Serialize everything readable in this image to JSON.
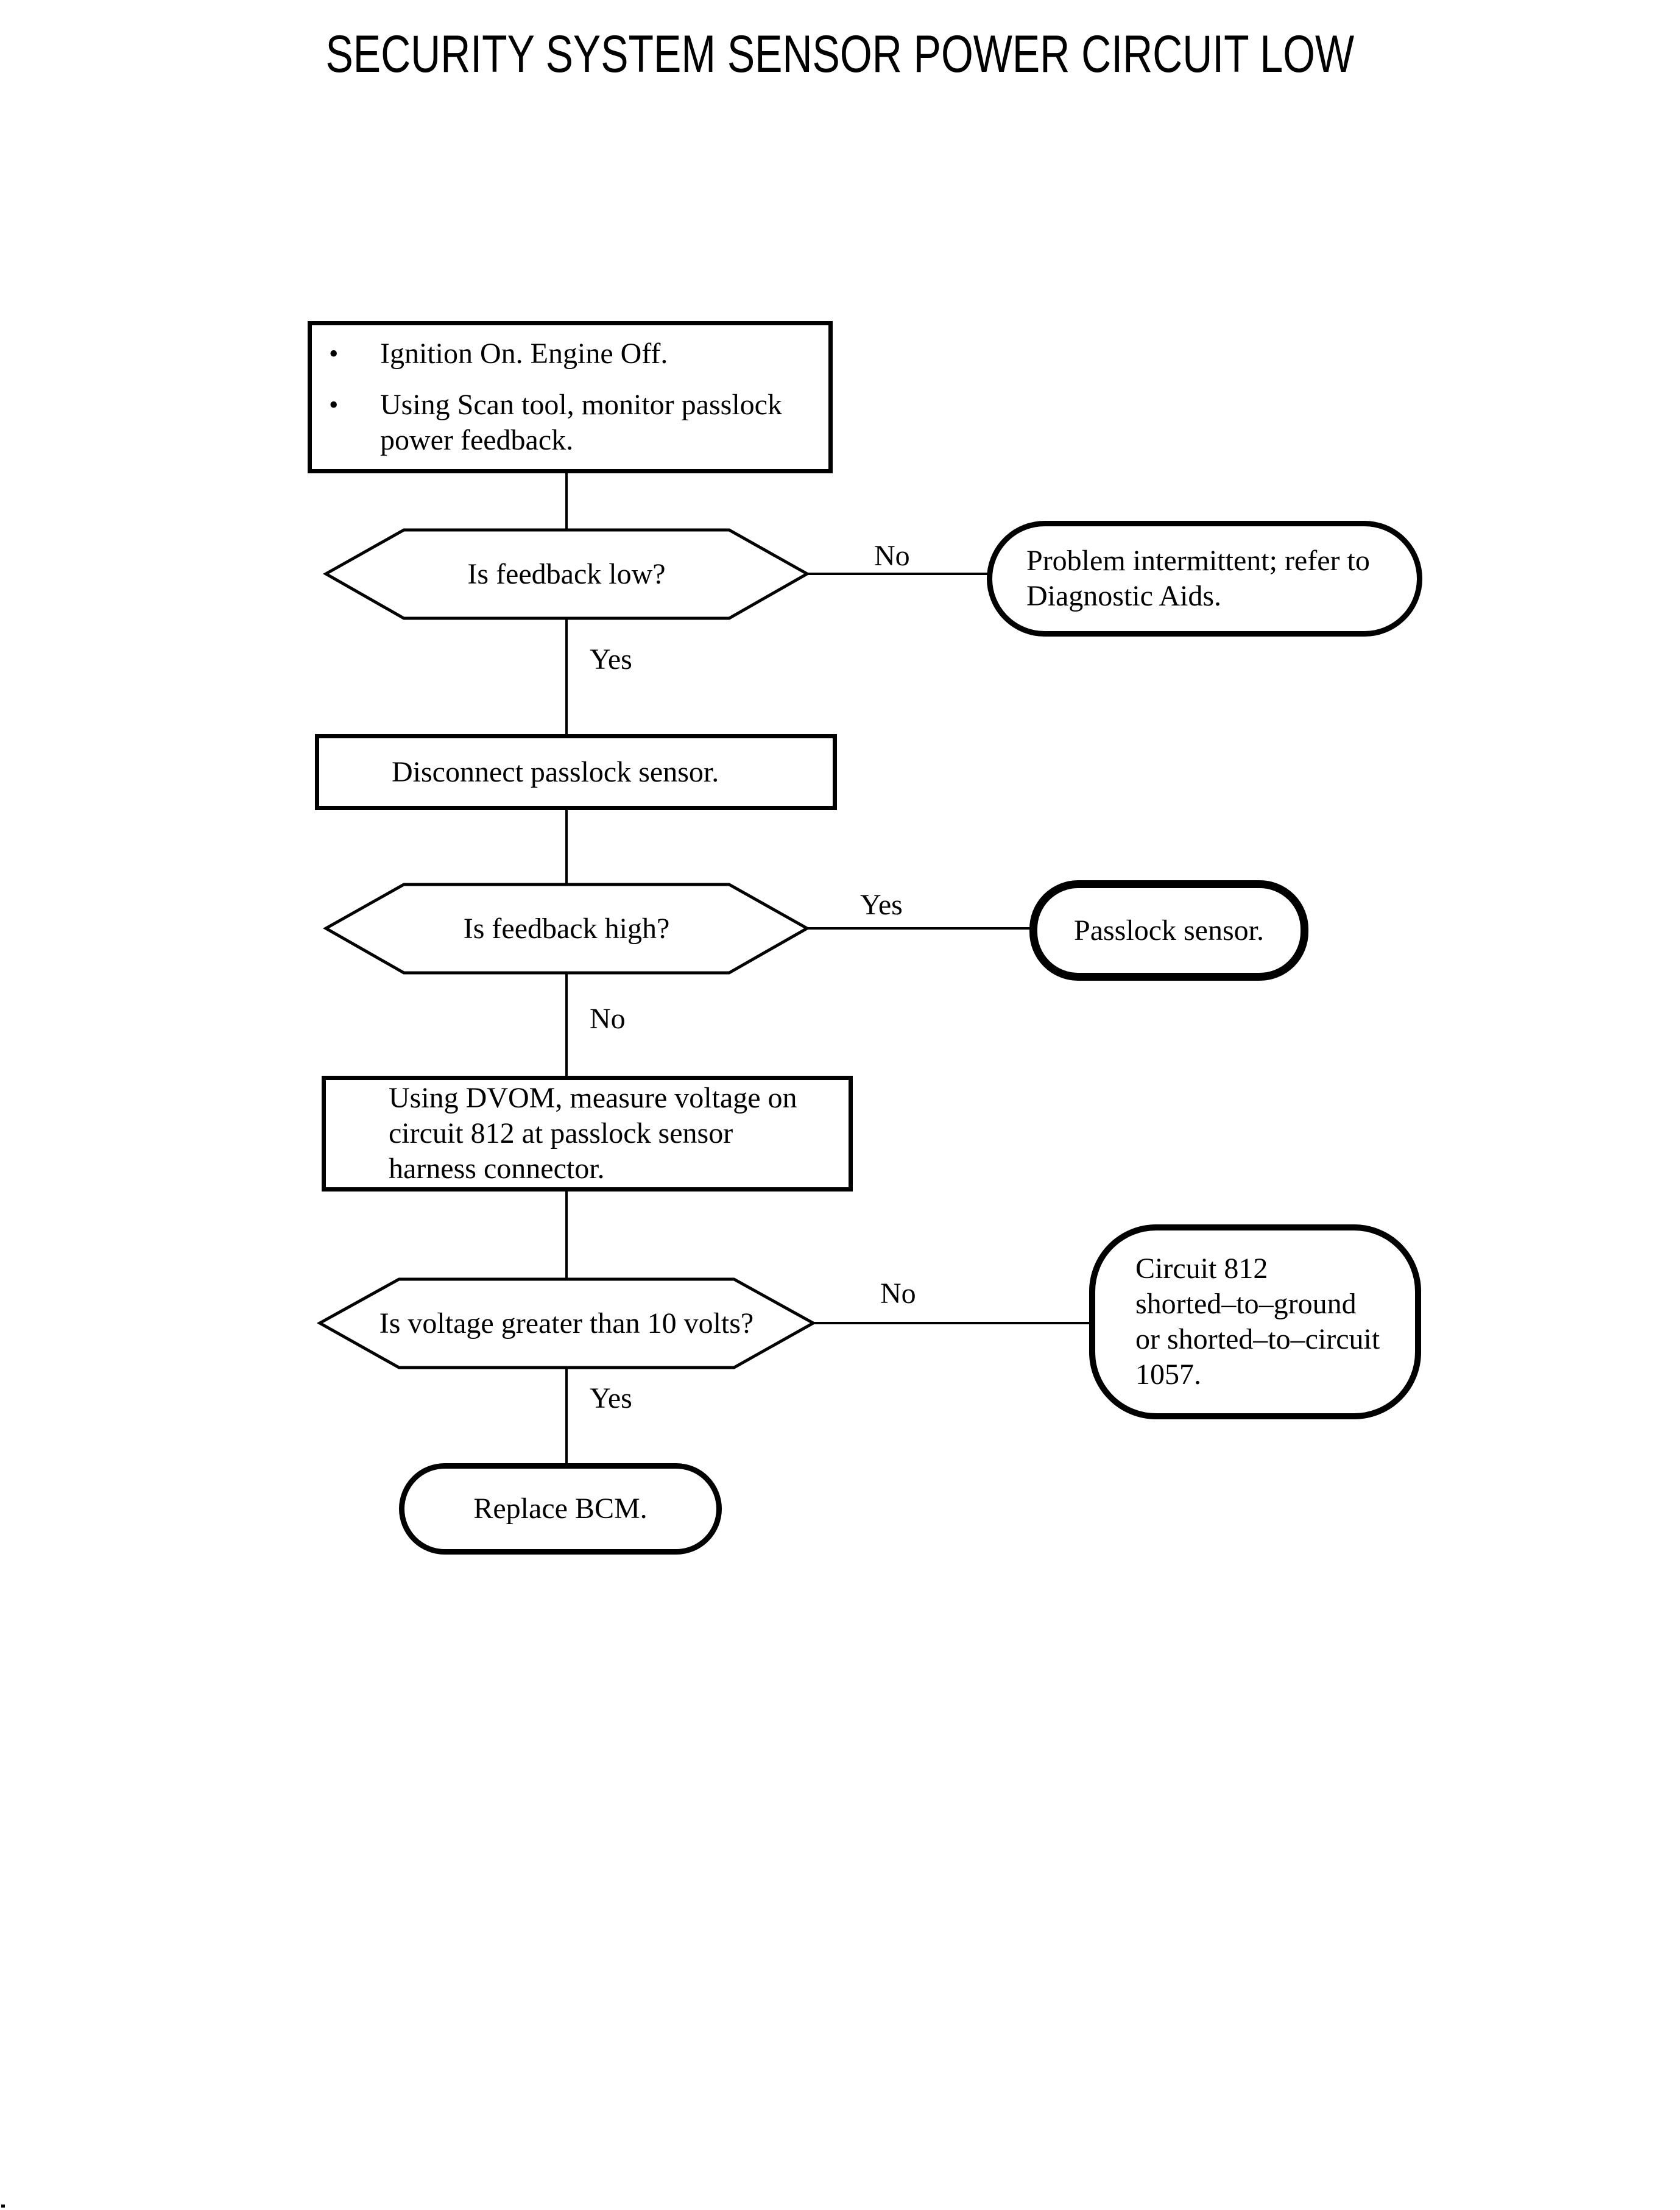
{
  "page": {
    "title": "SECURITY SYSTEM SENSOR POWER CIRCUIT LOW"
  },
  "flow": {
    "start": {
      "bullet_glyph": "•",
      "bullets": [
        "Ignition On. Engine Off.",
        "Using Scan tool, monitor passlock\npower feedback."
      ]
    },
    "decision_feedback_low": {
      "question": "Is feedback low?",
      "no_label": "No",
      "yes_label": "Yes"
    },
    "result_intermittent": {
      "text": "Problem intermittent; refer to\nDiagnostic Aids."
    },
    "action_disconnect": {
      "text": "Disconnect passlock sensor."
    },
    "decision_feedback_high": {
      "question": "Is feedback high?",
      "yes_label": "Yes",
      "no_label": "No"
    },
    "result_passlock_sensor": {
      "text": "Passlock sensor."
    },
    "action_measure_voltage": {
      "text": "Using DVOM, measure voltage on\ncircuit 812 at passlock sensor\nharness connector."
    },
    "decision_voltage": {
      "question": "Is voltage greater than 10 volts?",
      "no_label": "No",
      "yes_label": "Yes"
    },
    "result_circuit_short": {
      "text": "Circuit 812\nshorted–to–ground\nor shorted–to–circuit\n1057."
    },
    "result_replace_bcm": {
      "text": "Replace BCM."
    }
  }
}
